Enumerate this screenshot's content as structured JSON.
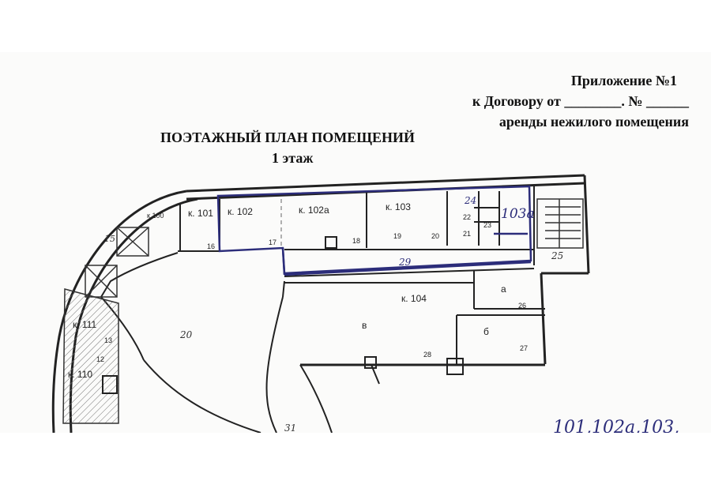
{
  "header": {
    "appendix_title": "Приложение №1",
    "contract_line": "к Договору от ________. № ______",
    "lease_line": "аренды нежилого помещения"
  },
  "plan": {
    "title": "ПОЭТАЖНЫЙ ПЛАН ПОМЕЩЕНИЙ",
    "floor": "1 этаж",
    "rooms": {
      "k100": "к.100",
      "k101": "к. 101",
      "k102": "к. 102",
      "k102a": "к. 102а",
      "k103": "к. 103",
      "k104": "к. 104",
      "k110": "к. 110",
      "k111": "к. 111",
      "a": "а",
      "b": "б",
      "v": "в"
    },
    "numbers": {
      "n12": "12",
      "n13": "13",
      "n15": "15",
      "n16": "16",
      "n17": "17",
      "n18": "18",
      "n19": "19",
      "n20": "20",
      "n20b": "20",
      "n21": "21",
      "n22": "22",
      "n23": "23",
      "n24": "24",
      "n25": "25",
      "n26": "26",
      "n27": "27",
      "n28": "28",
      "n29": "29",
      "n31": "31"
    },
    "handwritten": {
      "room_id": "103а",
      "footer_note": "101,102а,103,"
    },
    "colors": {
      "ink": "#222222",
      "highlight": "#2c2d7a",
      "hatch": "#666666"
    }
  }
}
